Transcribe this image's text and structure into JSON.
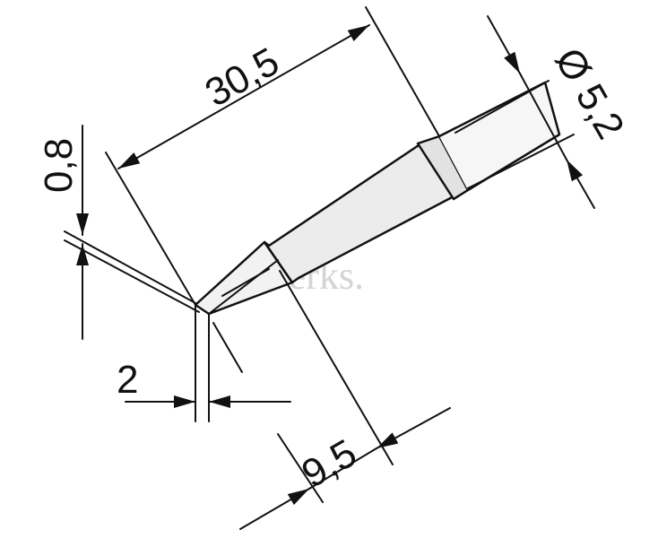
{
  "diagram": {
    "colors": {
      "line": "#111111",
      "body_fill": "#ececec",
      "watermark": "#d4d4d4",
      "background": "#ffffff"
    },
    "dimensions": {
      "total_length": "30,5",
      "diameter": "Ø 5,2",
      "tip_thickness": "0,8",
      "tip_width": "2",
      "tip_length": "9,5"
    },
    "watermark": "werks."
  }
}
